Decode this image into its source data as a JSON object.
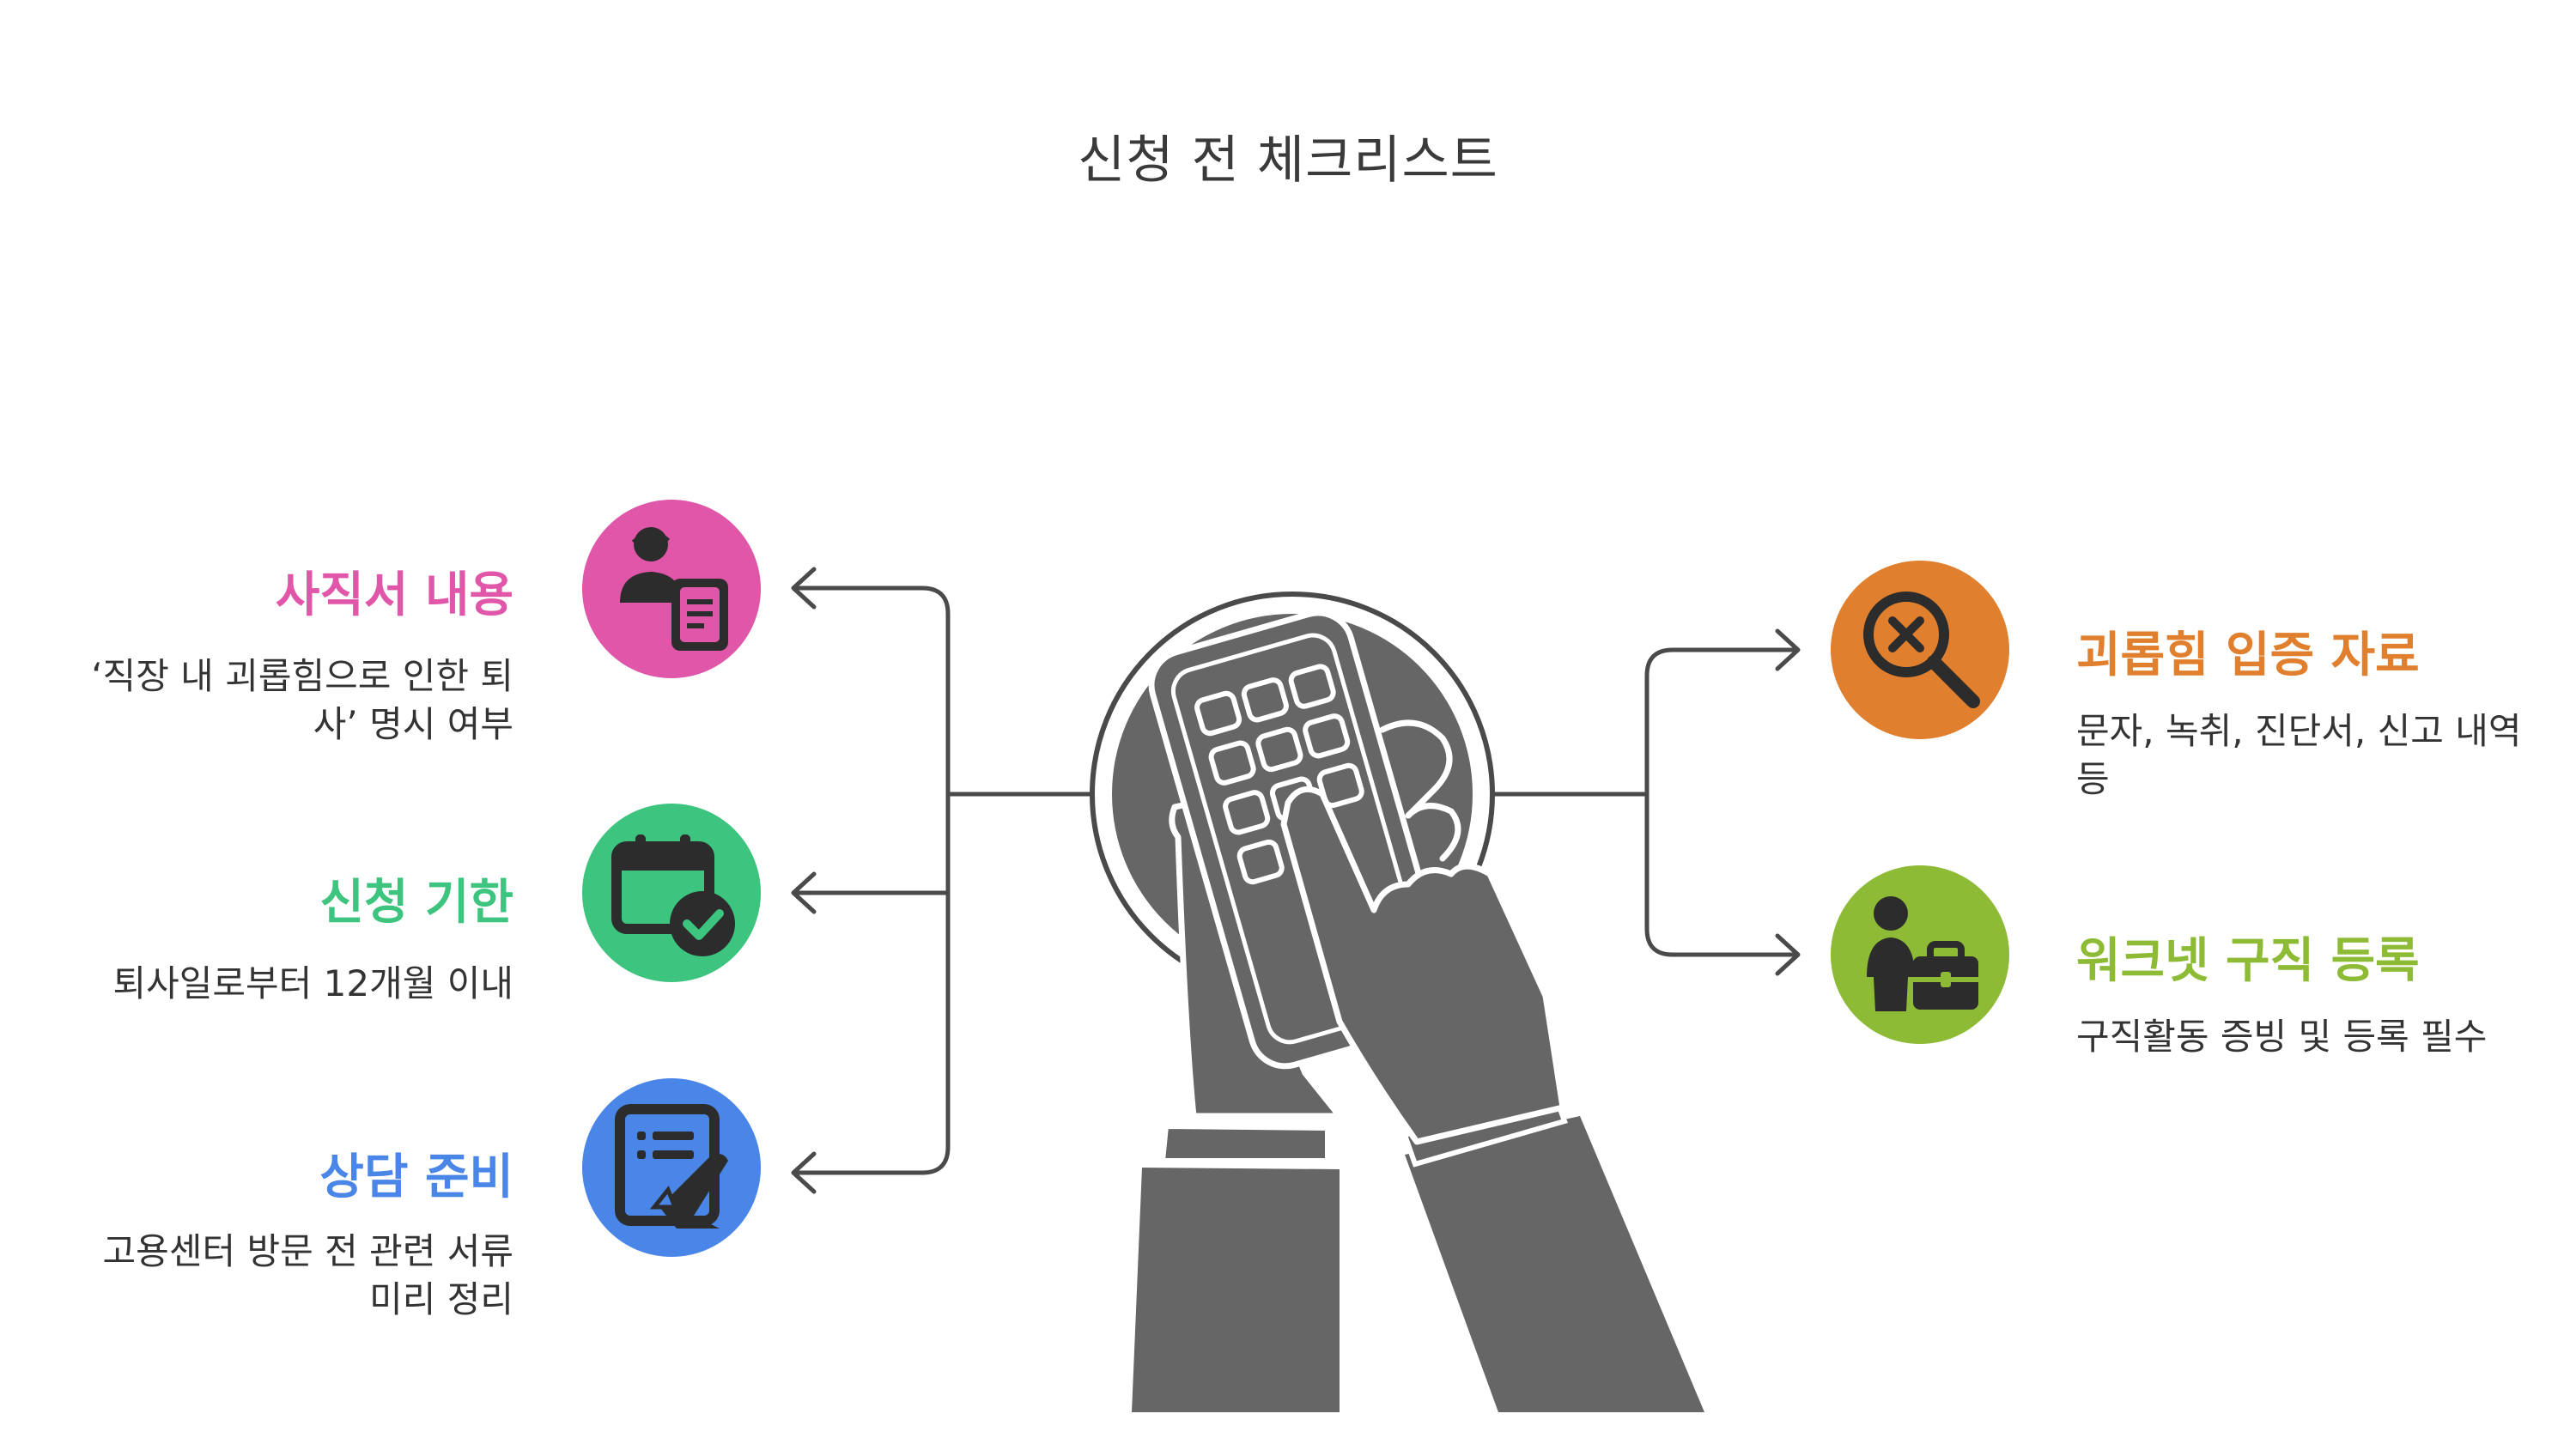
{
  "title": "신청 전 체크리스트",
  "left_items": [
    {
      "title": "사직서 내용",
      "description": "‘직장 내 괴롭힘으로 인한 퇴사’ 명시 여부",
      "color": "#E056A8",
      "icon": "person-document-icon"
    },
    {
      "title": "신청 기한",
      "description": "퇴사일로부터 12개월 이내",
      "color": "#3DC47E",
      "icon": "calendar-check-icon"
    },
    {
      "title": "상담 준비",
      "description": "고용센터 방문 전 관련 서류 미리 정리",
      "color": "#4A86E8",
      "icon": "document-edit-icon"
    }
  ],
  "right_items": [
    {
      "title": "괴롭힘 입증 자료",
      "description": "문자, 녹취, 진단서, 신고 내역 등",
      "color": "#E07F2E",
      "icon": "magnifier-x-icon"
    },
    {
      "title": "워크넷 구직 등록",
      "description": "구직활동 증빙 및 등록 필수",
      "color": "#8DBB36",
      "icon": "person-briefcase-icon"
    }
  ],
  "center_icon": "hand-calculator-icon"
}
